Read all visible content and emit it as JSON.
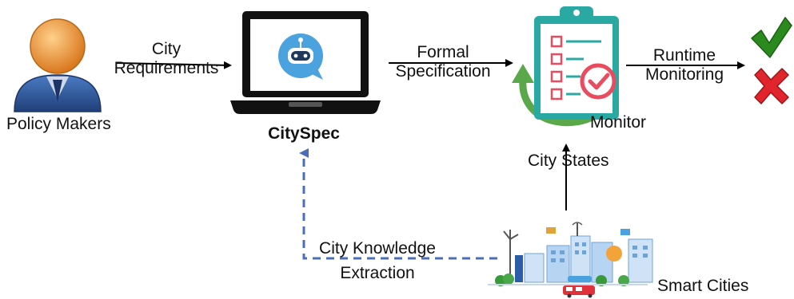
{
  "nodes": {
    "policy_makers": "Policy Makers",
    "cityspec": "CitySpec",
    "monitor": "Monitor",
    "smart_cities": "Smart Cities"
  },
  "edges": {
    "city_requirements": [
      "City",
      "Requirements"
    ],
    "formal_specification": [
      "Formal",
      "Specification"
    ],
    "runtime_monitoring": [
      "Runtime",
      "Monitoring"
    ],
    "city_states": "City States",
    "city_knowledge_extraction": [
      "City Knowledge",
      "Extraction"
    ]
  },
  "outcomes": [
    "check-mark-icon",
    "cross-mark-icon"
  ],
  "colors": {
    "person_head": "#e8963a",
    "person_body": "#2e5a9c",
    "laptop": "#111111",
    "bot": "#4aa3df",
    "clipboard": "#2aa9a3",
    "check_badge": "#e94b5f",
    "cycle_arrow": "#5aa84a",
    "check": "#2a8a1e",
    "cross": "#e0262c",
    "dashed_arrow": "#4a6fb8"
  }
}
